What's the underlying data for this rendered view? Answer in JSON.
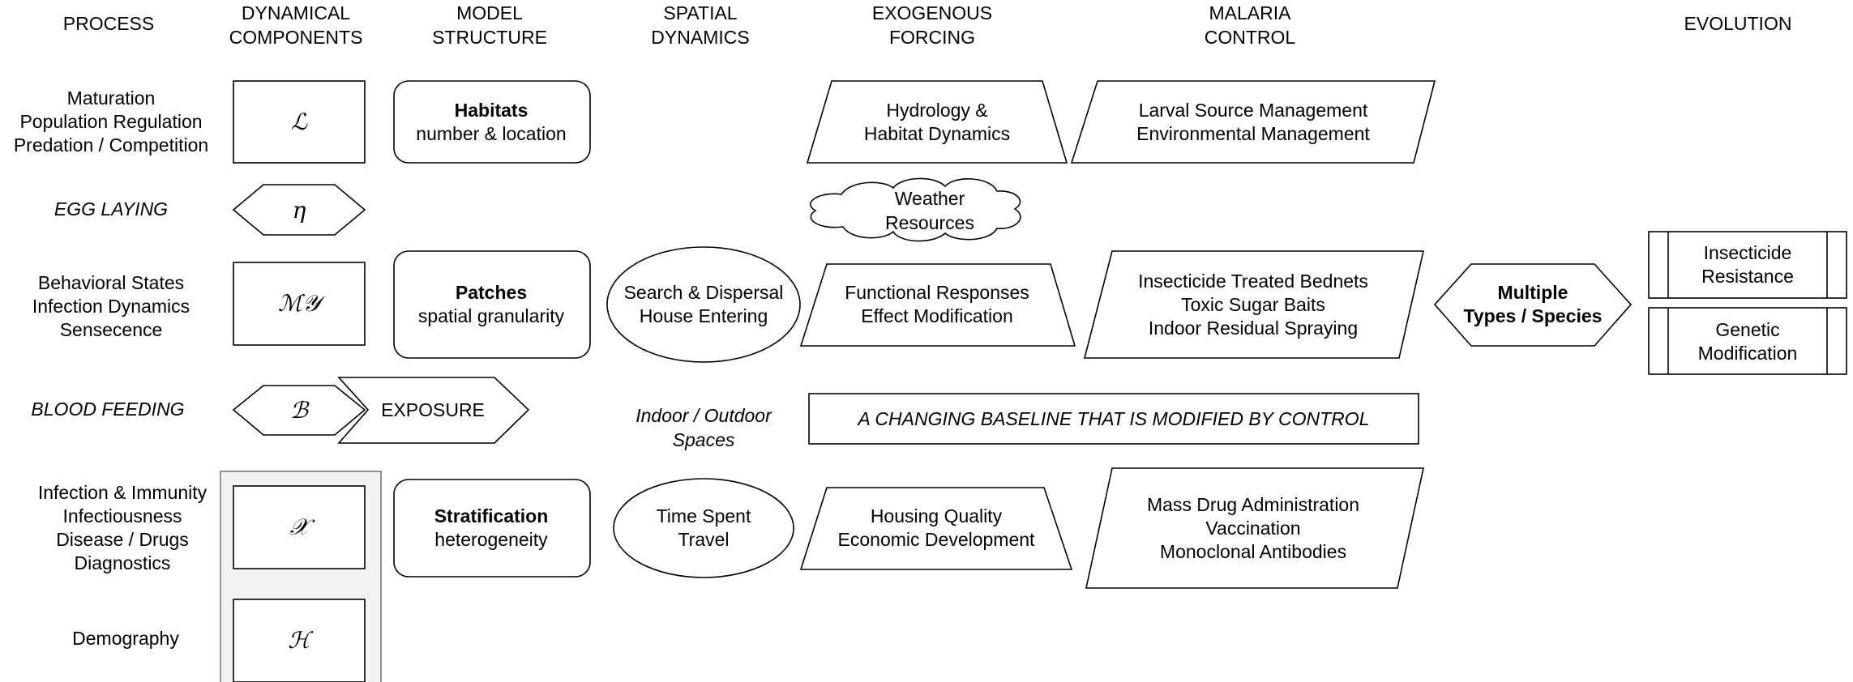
{
  "headers": {
    "process": "PROCESS",
    "dynamical_1": "DYNAMICAL",
    "dynamical_2": "COMPONENTS",
    "model_1": "MODEL",
    "model_2": "STRUCTURE",
    "spatial_1": "SPATIAL",
    "spatial_2": "DYNAMICS",
    "exogenous_1": "EXOGENOUS",
    "exogenous_2": "FORCING",
    "malaria_1": "MALARIA",
    "malaria_2": "CONTROL",
    "evolution": "EVOLUTION"
  },
  "process": {
    "row1": [
      "Maturation",
      "Population Regulation",
      "Predation / Competition"
    ],
    "egg_laying": "EGG LAYING",
    "row3": [
      "Behavioral States",
      "Infection Dynamics",
      "Sensecence"
    ],
    "blood_feeding": "BLOOD FEEDING",
    "row5": [
      "Infection & Immunity",
      "Infectiousness",
      "Disease / Drugs",
      "Diagnostics"
    ],
    "demography": "Demography"
  },
  "components": {
    "L": "ℒ",
    "eta": "η",
    "MY": "ℳ𝒴",
    "B": "ℬ",
    "X": "𝒳",
    "H": "ℋ",
    "exposure": "EXPOSURE"
  },
  "structure": {
    "habitats_title": "Habitats",
    "habitats_sub": "number & location",
    "patches_title": "Patches",
    "patches_sub": "spatial granularity",
    "strat_title": "Stratification",
    "strat_sub": "heterogeneity"
  },
  "spatial": {
    "search_1": "Search & Dispersal",
    "search_2": "House Entering",
    "indoor_1": "Indoor / Outdoor",
    "indoor_2": "Spaces",
    "time_1": "Time Spent",
    "time_2": "Travel"
  },
  "forcing": {
    "hydro_1": "Hydrology &",
    "hydro_2": "Habitat Dynamics",
    "weather_1": "Weather",
    "weather_2": "Resources",
    "func_1": "Functional Responses",
    "func_2": "Effect Modification",
    "housing_1": "Housing Quality",
    "housing_2": "Economic Development"
  },
  "control": {
    "larval_1": "Larval Source Management",
    "larval_2": "Environmental Management",
    "itn_1": "Insecticide Treated Bednets",
    "itn_2": "Toxic Sugar Baits",
    "itn_3": "Indoor Residual Spraying",
    "baseline": "A CHANGING BASELINE THAT IS MODIFIED BY CONTROL",
    "mda_1": "Mass Drug Administration",
    "mda_2": "Vaccination",
    "mda_3": "Monoclonal Antibodies"
  },
  "evolution": {
    "multi_1": "Multiple",
    "multi_2": "Types / Species",
    "resist_1": "Insecticide",
    "resist_2": "Resistance",
    "genetic_1": "Genetic",
    "genetic_2": "Modification"
  }
}
